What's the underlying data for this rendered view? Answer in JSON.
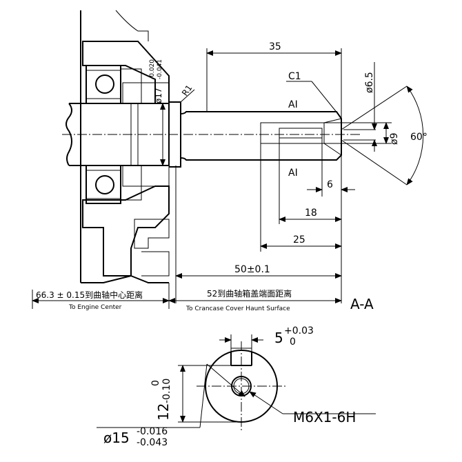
{
  "dims": {
    "d35": "35",
    "c1": "C1",
    "d6_5": "ø6.5",
    "ai_top": "AI",
    "ai_bottom": "AI",
    "d60": "60°",
    "d9": "ø9",
    "d6": "6",
    "d18": "18",
    "d25": "25",
    "d50": "50±0.1",
    "r1": "R1",
    "d17": "ø17",
    "d17_up": "-0.020",
    "d17_lo": "-0.041"
  },
  "notes": {
    "engine_center_cn": "66.3 ± 0.15到曲轴中心距离",
    "engine_center_en": "To Engine Center",
    "cover_cn": "52到曲轴箱盖端面距离",
    "cover_en": "To Crancase Cover Haunt Surface"
  },
  "section": {
    "label": "A-A",
    "key_width": "5",
    "key_up": "+0.03",
    "key_lo": "0",
    "depth": "12",
    "depth_up": "0",
    "depth_lo": "-0.10",
    "thread": "M6X1-6H",
    "dia": "ø15",
    "dia_up": "-0.016",
    "dia_lo": "-0.043"
  }
}
